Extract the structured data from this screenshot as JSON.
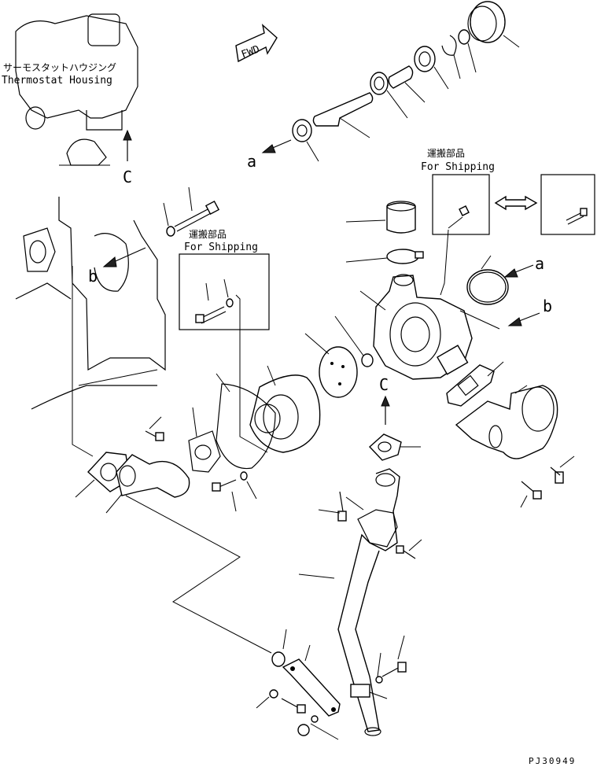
{
  "labels": {
    "thermostat_jp": "サーモスタットハウジング",
    "thermostat_en": "Thermostat Housing",
    "fwd": "FWD",
    "shipping_jp": "運搬部品",
    "shipping_en": "For Shipping",
    "ref_a": "a",
    "ref_b": "b",
    "ref_c": "C",
    "drawing_code": "PJ30949"
  }
}
